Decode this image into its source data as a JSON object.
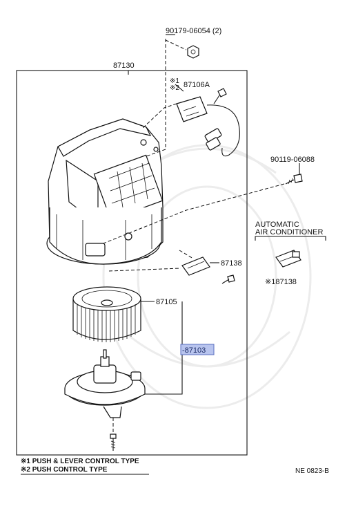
{
  "labels": {
    "nut": "90179-06054 (2)",
    "case": "87130",
    "mark1": "※1",
    "mark2": "※2",
    "resistor_a": "87106A",
    "bolt": "90119-06088",
    "auto_line1": "AUTOMATIC",
    "auto_line2": "AIR CONDITIONER",
    "resistor_b": "87138",
    "resistor_ac": "※187138",
    "fan": "87105",
    "motor_assy": "-87103"
  },
  "notes": [
    "※1 PUSH & LEVER CONTROL TYPE",
    "※2 PUSH CONTROL TYPE"
  ],
  "figure_code": "NE 0823-B",
  "colors": {
    "highlight": "#b8c4ee",
    "line": "#111111"
  }
}
